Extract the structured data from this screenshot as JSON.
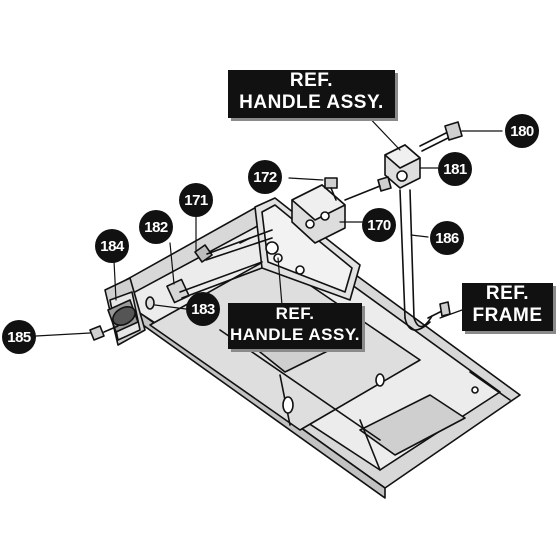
{
  "labels": {
    "ref_handle_top": {
      "line1": "REF.",
      "line2": "HANDLE ASSY."
    },
    "ref_handle_mid": {
      "line1": "REF.",
      "line2": "HANDLE ASSY."
    },
    "ref_frame": {
      "line1": "REF.",
      "line2": "FRAME"
    }
  },
  "callouts": {
    "c170": "170",
    "c171": "171",
    "c172": "172",
    "c180": "180",
    "c181": "181",
    "c182": "182",
    "c183": "183",
    "c184": "184",
    "c185": "185",
    "c186": "186"
  },
  "colors": {
    "ink": "#111111",
    "callout_fill": "#111111",
    "callout_text": "#ffffff",
    "part_fill": "#dcdcdc",
    "part_shade": "#bdbdbd"
  }
}
